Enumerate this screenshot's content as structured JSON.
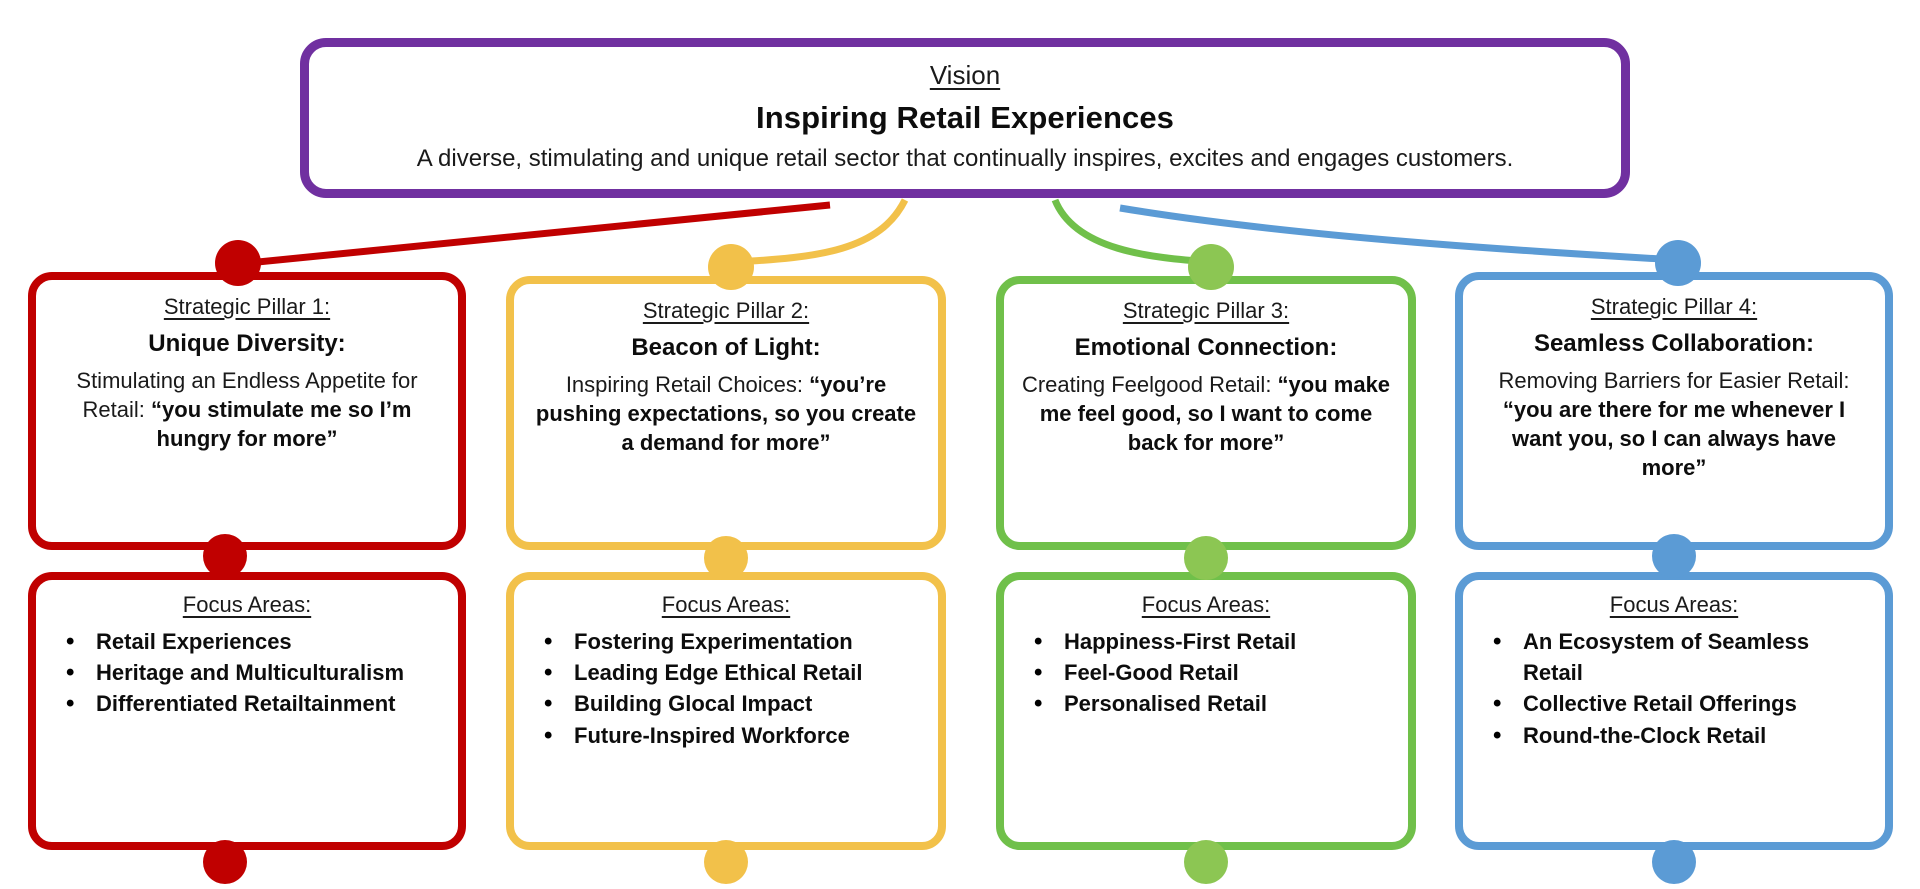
{
  "vision": {
    "label": "Vision",
    "title": "Inspiring Retail Experiences",
    "subtitle": "A diverse, stimulating and unique retail sector that continually inspires, excites and engages customers.",
    "accent_color": "#7030A0"
  },
  "focus_areas_heading": "Focus Areas:",
  "pillars": [
    {
      "label": "Strategic Pillar 1:",
      "name": "Unique Diversity:",
      "desc_plain": "Stimulating an Endless Appetite for Retail: ",
      "desc_quote": "“you stimulate me so I’m hungry for more”",
      "accent_color": "#C00000",
      "focus_title": "Focus Areas:",
      "focus_items": [
        "Retail Experiences",
        "Heritage and Multiculturalism",
        "Differentiated Retailtainment"
      ]
    },
    {
      "label": "Strategic Pillar 2:",
      "name": "Beacon of Light:",
      "desc_plain": "Inspiring Retail Choices: ",
      "desc_quote": "“you’re pushing expectations, so you create a demand for more”",
      "accent_color": "#F2C14A",
      "focus_title": "Focus Areas:",
      "focus_items": [
        "Fostering Experimentation",
        "Leading Edge Ethical Retail",
        "Building Glocal Impact",
        "Future-Inspired Workforce"
      ]
    },
    {
      "label": "Strategic Pillar 3:",
      "name": "Emotional Connection:",
      "desc_plain": "Creating Feelgood Retail: ",
      "desc_quote": "“you make me feel good, so I want to come back for more”",
      "accent_color": "#70C04A",
      "focus_title": "Focus Areas:",
      "focus_items": [
        "Happiness-First Retail",
        "Feel-Good Retail",
        "Personalised Retail"
      ]
    },
    {
      "label": "Strategic Pillar 4:",
      "name": "Seamless Collaboration:",
      "desc_plain": "Removing Barriers for Easier Retail: ",
      "desc_quote": "“you are there for me whenever I want you, so I can always have more”",
      "accent_color": "#5B9BD5",
      "focus_title": "Focus Areas:",
      "focus_items": [
        "An Ecosystem of Seamless Retail",
        "Collective Retail Offerings",
        "Round-the-Clock Retail"
      ]
    }
  ]
}
